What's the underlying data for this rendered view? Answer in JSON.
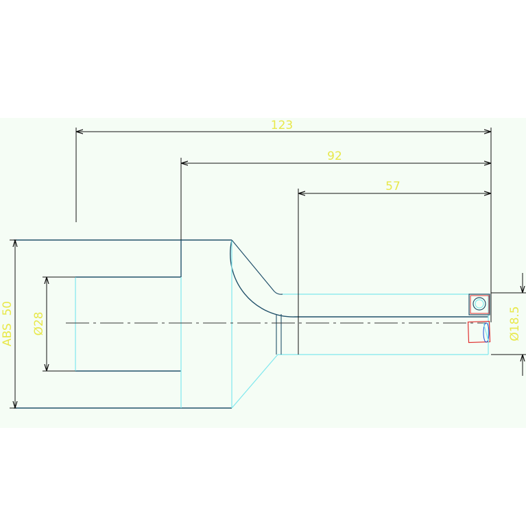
{
  "colors": {
    "background": "#ffffff",
    "drawing_background": "#f5fdf5",
    "dimension_line": "#111111",
    "dimension_text": "#e8e84a",
    "outline_dark": "#20506a",
    "outline_cyan": "#7fe8ee",
    "detail_red": "#e03030",
    "detail_blue": "#1a4fd6",
    "centerline": "#333333"
  },
  "dimensions": {
    "overall_length": "123",
    "length_92": "92",
    "length_57": "57",
    "outer_diameter": "ABS  50",
    "bore_diameter": "Ø28",
    "tip_diameter": "Ø18.5"
  },
  "icons": {
    "arrowhead": "arrowhead-icon"
  }
}
